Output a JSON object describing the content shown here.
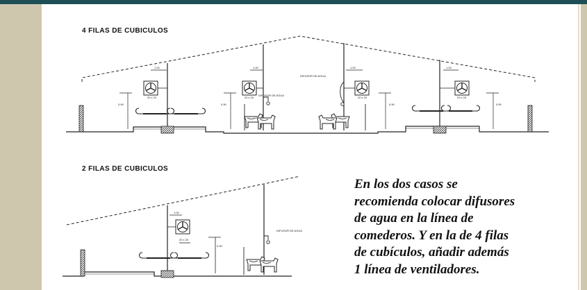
{
  "diagram": {
    "title_four_rows": "4 FILAS DE CUBICULOS",
    "title_two_rows": "2 FILAS DE CUBICULOS",
    "label_water_diffuser": "DIFUSOR DE AGUA",
    "label_dim_top": "1.00",
    "label_dim_side": "0.90",
    "label_fan_dim": "20 x 20"
  },
  "note": {
    "lines": [
      "En los dos casos se",
      "recomienda colocar difusores",
      "de agua en la línea de",
      "comederos.  Y en la de 4 filas",
      "de cubículos, añadir además",
      "1 línea de ventiladores."
    ]
  },
  "colors": {
    "top_bar": "#1f4f56",
    "side_panel": "#cfc6ae",
    "ink": "#111111"
  }
}
